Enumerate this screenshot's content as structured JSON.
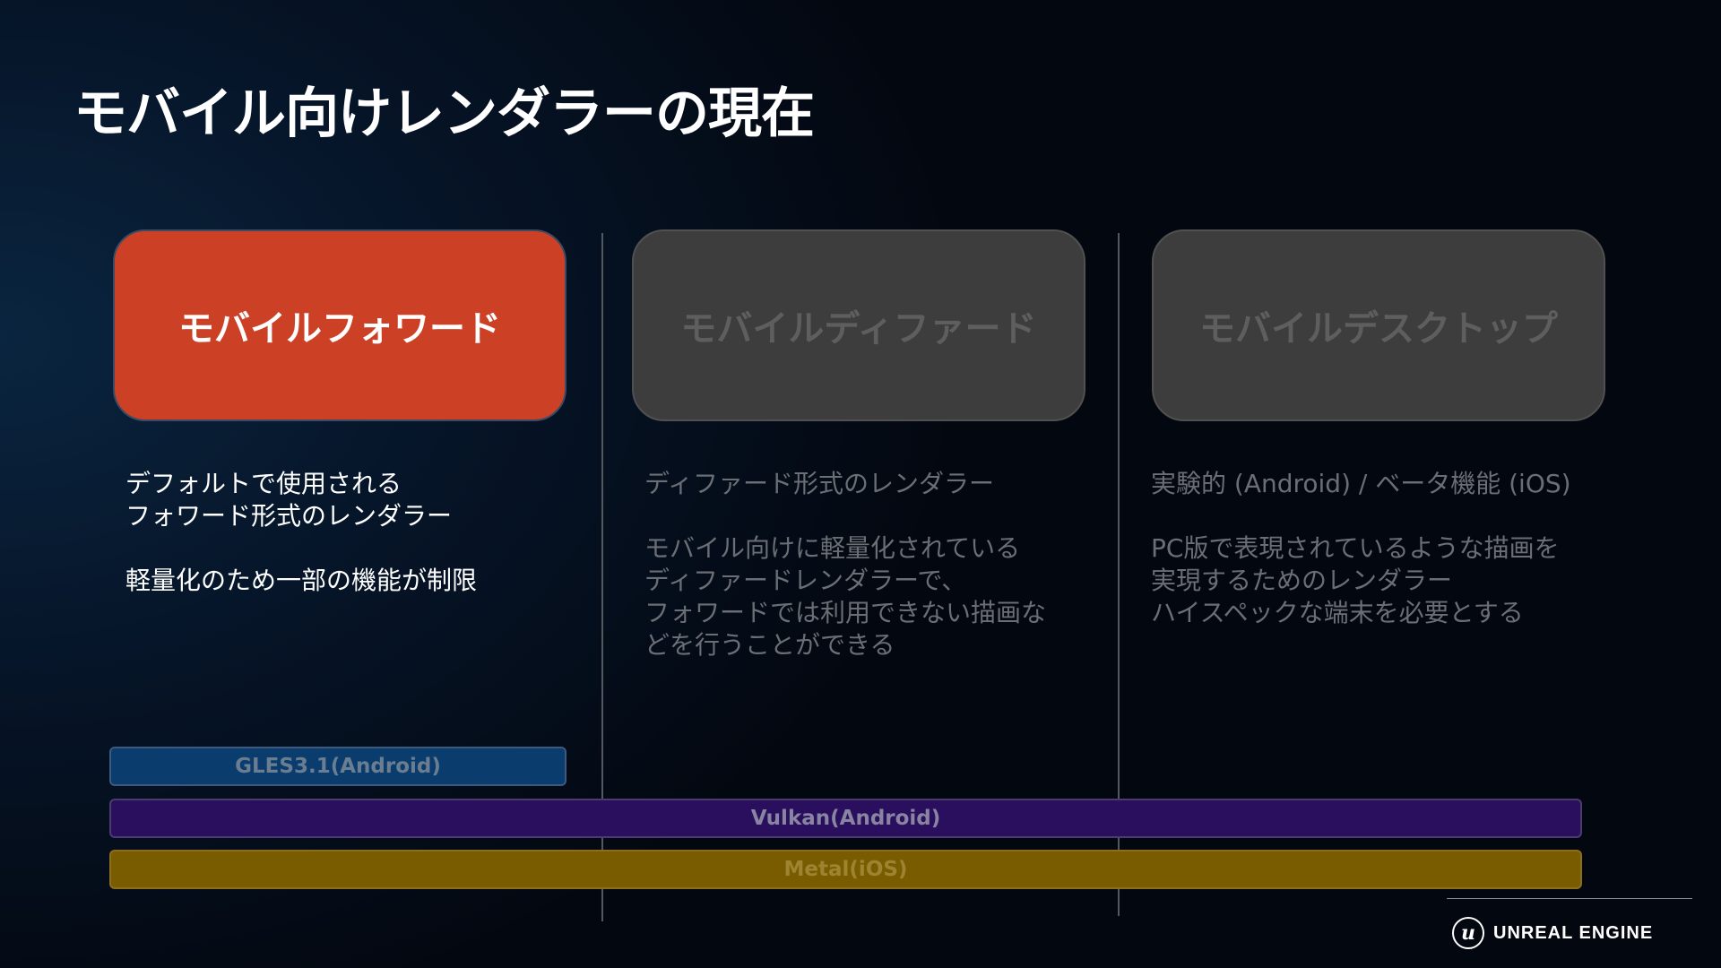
{
  "slide": {
    "title": "モバイル向けレンダラーの現在"
  },
  "cards": [
    {
      "label": "モバイルフォワード",
      "state": "active",
      "color": "#cc4125",
      "description": [
        "デフォルトで使用される",
        "フォワード形式のレンダラー",
        "",
        "軽量化のため一部の機能が制限"
      ]
    },
    {
      "label": "モバイルディファード",
      "state": "inactive",
      "description": [
        "ディファード形式のレンダラー",
        "",
        "モバイル向けに軽量化されている",
        "ディファードレンダラーで、",
        "フォワードでは利用できない描画な",
        "どを行うことができる"
      ]
    },
    {
      "label": "モバイルデスクトップ",
      "state": "inactive",
      "description": [
        "実験的 (Android) / ベータ機能 (iOS)",
        "",
        "PC版で表現されているような描画を",
        "実現するためのレンダラー",
        "ハイスペックな端末を必要とする"
      ]
    }
  ],
  "apis": [
    {
      "label": "GLES3.1(Android)",
      "color": "#0a3d6e"
    },
    {
      "label": "Vulkan(Android)",
      "color": "#2a0f5e"
    },
    {
      "label": "Metal(iOS)",
      "color": "#7a5c00"
    }
  ],
  "branding": {
    "logo_text": "UNREAL ENGINE",
    "logo_mark": "u"
  }
}
